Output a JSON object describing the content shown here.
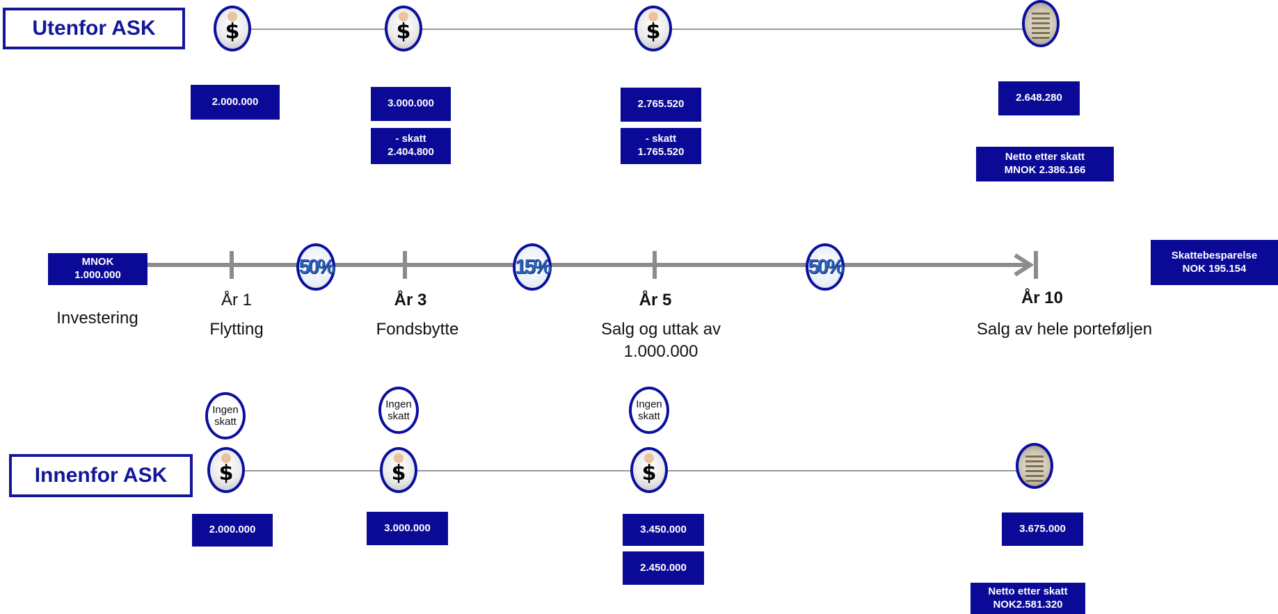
{
  "top": {
    "title": "Utenfor ASK",
    "values": [
      "2.000.000",
      "3.000.000",
      "2.765.520",
      "2.648.280"
    ],
    "tax_yr3": [
      "- skatt",
      "2.404.800"
    ],
    "tax_yr5": [
      "- skatt",
      "1.765.520"
    ],
    "net": [
      "Netto etter skatt",
      "MNOK 2.386.166"
    ]
  },
  "timeline": {
    "start": [
      "MNOK",
      "1.000.000"
    ],
    "start_label": "Investering",
    "years": [
      {
        "year": "År 1",
        "desc": "Flytting"
      },
      {
        "year": "År 3",
        "desc": "Fondsbytte"
      },
      {
        "year": "År 5",
        "desc": "Salg og uttak av",
        "desc2": "1.000.000"
      },
      {
        "year": "År 10",
        "desc": "Salg av hele porteføljen"
      }
    ],
    "rates": [
      "50%",
      "15%",
      "50%"
    ],
    "savings": [
      "Skattebesparelse",
      "NOK 195.154"
    ]
  },
  "bottom": {
    "title": "Innenfor ASK",
    "no_tax": [
      "Ingen",
      "skatt"
    ],
    "values": [
      "2.000.000",
      "3.000.000",
      "3.450.000",
      "3.675.000"
    ],
    "withdraw_yr5": "2.450.000",
    "net": [
      "Netto etter skatt",
      "NOK2.581.320"
    ]
  },
  "icons": {
    "coin": "money-bag-icon",
    "stack": "coin-stack-icon",
    "dollar_sign": "$"
  },
  "colors": {
    "box": "#0a0a96",
    "title": "#12169a",
    "axis": "#8c8c8c"
  }
}
